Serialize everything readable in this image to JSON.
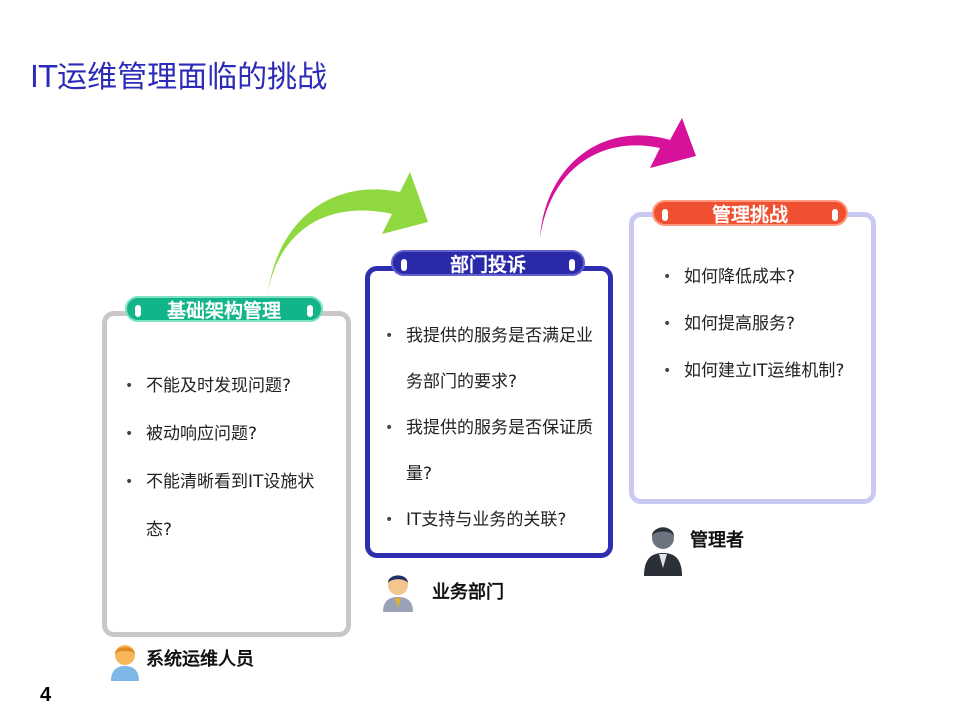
{
  "page": {
    "title": "IT运维管理面临的挑战",
    "page_number": "4"
  },
  "colors": {
    "title": "#2b2bb8",
    "green_arrow": "#8fd83f",
    "magenta_arrow": "#d6119a",
    "pill1": "#12b489",
    "pill2": "#2a2aa8",
    "pill3": "#ef5031"
  },
  "panels": [
    {
      "heading": "基础架构管理",
      "items": [
        "不能及时发现问题?",
        "被动响应问题?",
        "不能清晰看到IT设施状态?"
      ],
      "role": "系统运维人员",
      "icon": "orange-person-icon"
    },
    {
      "heading": "部门投诉",
      "items": [
        "我提供的服务是否满足业务部门的要求?",
        "我提供的服务是否保证质量?",
        "IT支持与业务的关联?"
      ],
      "role": "业务部门",
      "icon": "business-person-icon"
    },
    {
      "heading": "管理挑战",
      "items": [
        "如何降低成本?",
        "如何提高服务?",
        "如何建立IT运维机制?"
      ],
      "role": "管理者",
      "icon": "manager-icon"
    }
  ]
}
